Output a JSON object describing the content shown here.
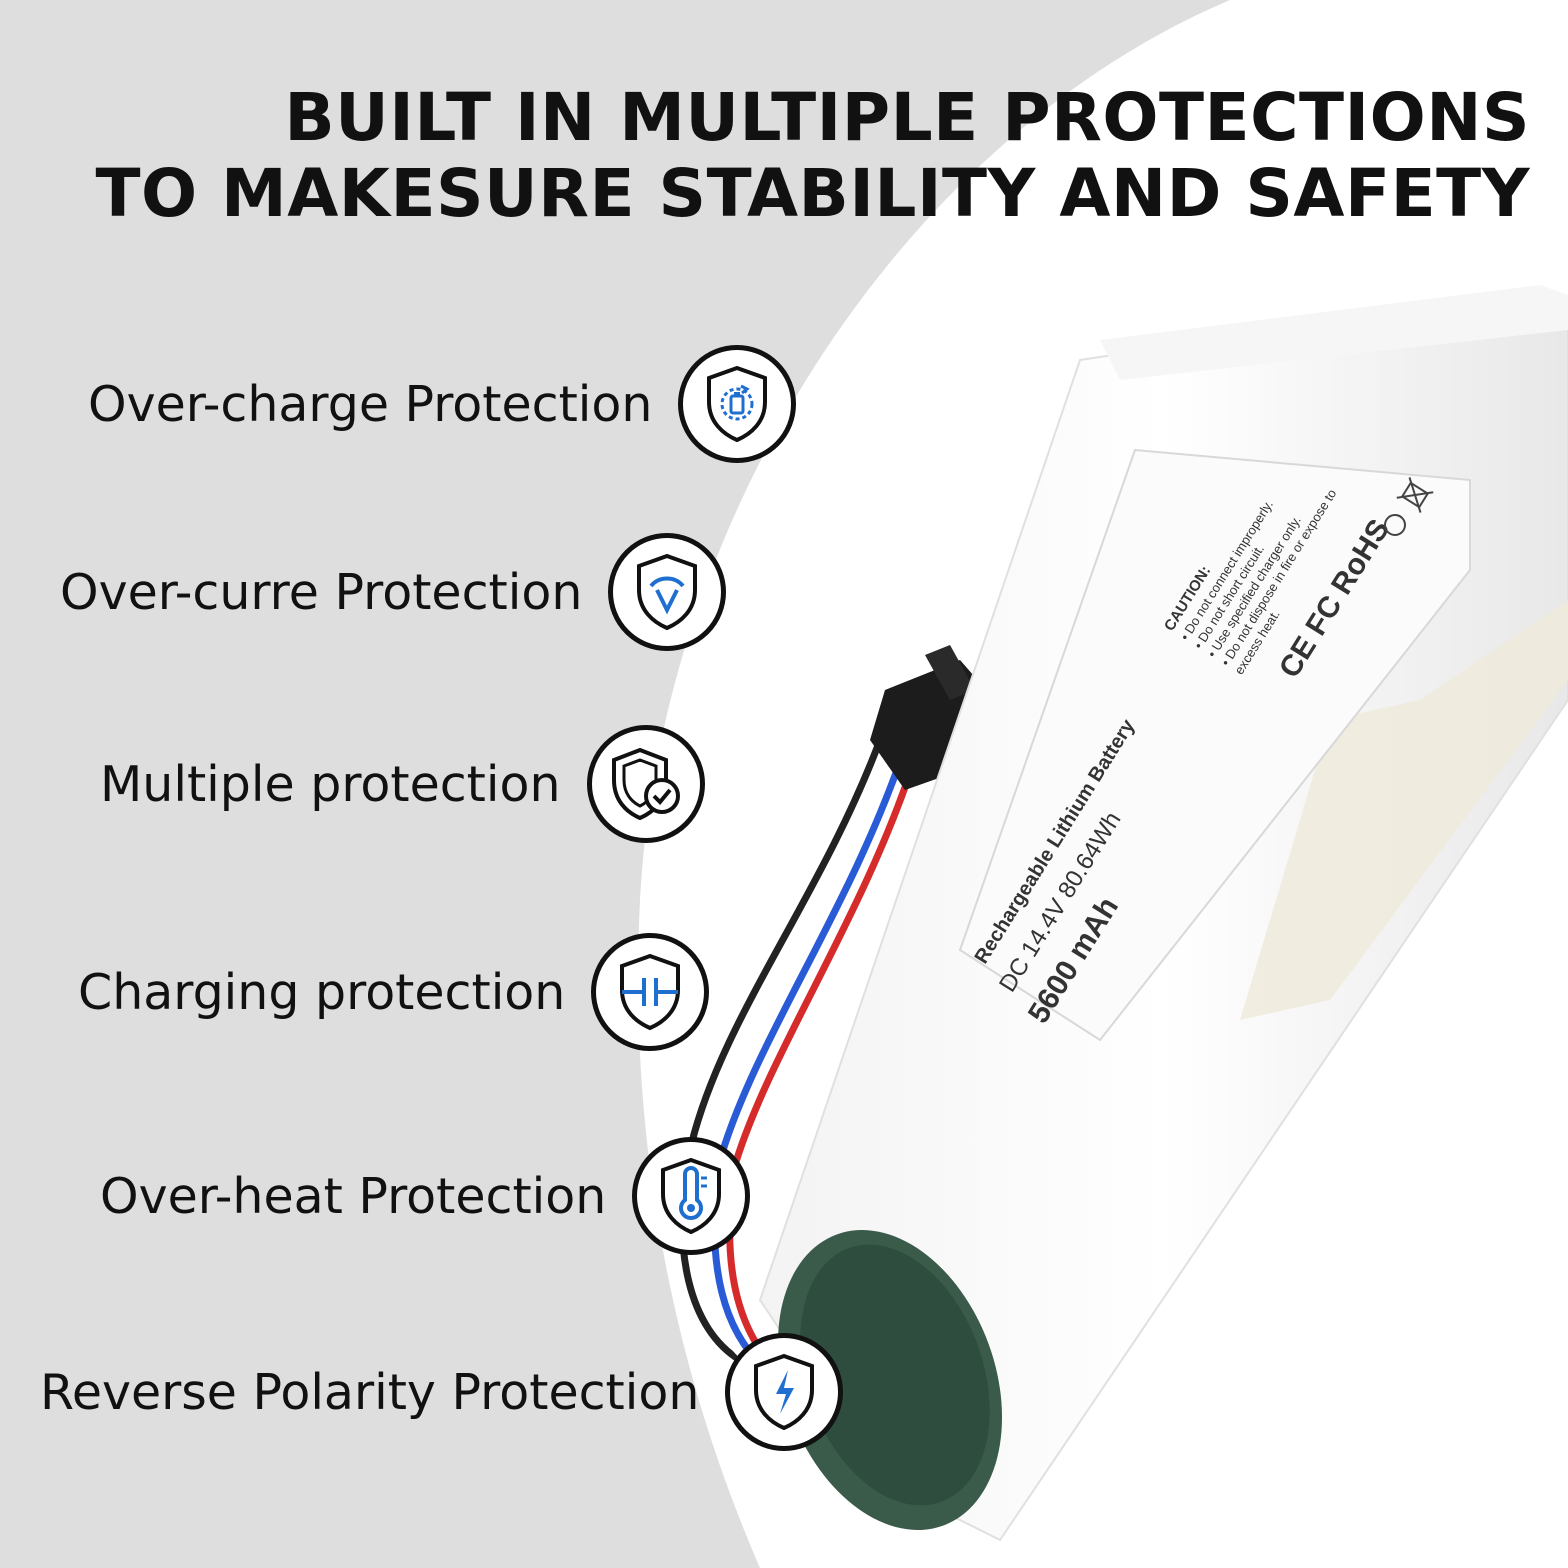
{
  "headline": {
    "line1": "BUILT IN MULTIPLE PROTECTIONS",
    "line2": "TO MAKESURE STABILITY AND SAFETY"
  },
  "features": [
    {
      "label": "Over-charge Protection",
      "icon": "shield-battery-icon"
    },
    {
      "label": "Over-curre Protection",
      "icon": "shield-v-icon"
    },
    {
      "label": "Multiple protection",
      "icon": "shield-check-icon"
    },
    {
      "label": "Charging protection",
      "icon": "shield-capacitor-icon"
    },
    {
      "label": "Over-heat Protection",
      "icon": "shield-thermometer-icon"
    },
    {
      "label": "Reverse Polarity Protection",
      "icon": "shield-lightning-icon"
    }
  ],
  "battery_label": {
    "type": "Rechargeable Lithium Battery",
    "voltage": "DC 14.4V  80.64Wh",
    "capacity": "5600 mAh",
    "caution_title": "CAUTION:",
    "caution_lines": [
      "• Do not connect improperly.",
      "• Do not short circuit.",
      "• Use specified charger only.",
      "• Do not dispose in fire or expose to",
      "  excess heat."
    ],
    "certs": "CE FC RoHS"
  },
  "colors": {
    "accent": "#1f6fd0",
    "text": "#111111",
    "background": "#dedede"
  }
}
